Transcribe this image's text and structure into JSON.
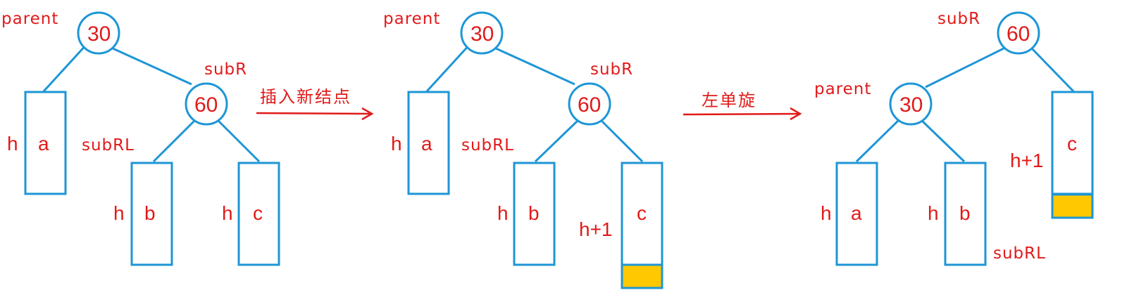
{
  "colors": {
    "line": "#1e96d6",
    "text": "#e11a1a",
    "inserted_block": "#ffc800"
  },
  "panels": [
    {
      "name": "before",
      "nodes": [
        {
          "id": "p",
          "value": "30",
          "label": "parent"
        },
        {
          "id": "r",
          "value": "60",
          "label": "subR"
        }
      ],
      "subtrees": [
        {
          "id": "a",
          "name": "a",
          "height": "h"
        },
        {
          "id": "b",
          "name": "b",
          "height": "h",
          "label": "subRL"
        },
        {
          "id": "c",
          "name": "c",
          "height": "h"
        }
      ]
    },
    {
      "name": "after-insert",
      "nodes": [
        {
          "id": "p",
          "value": "30",
          "label": "parent"
        },
        {
          "id": "r",
          "value": "60",
          "label": "subR"
        }
      ],
      "subtrees": [
        {
          "id": "a",
          "name": "a",
          "height": "h"
        },
        {
          "id": "b",
          "name": "b",
          "height": "h",
          "label": "subRL"
        },
        {
          "id": "c",
          "name": "c",
          "height": "h+1",
          "inserted": true
        }
      ]
    },
    {
      "name": "after-rotation",
      "nodes": [
        {
          "id": "r",
          "value": "60",
          "label": "subR"
        },
        {
          "id": "p",
          "value": "30",
          "label": "parent"
        }
      ],
      "subtrees": [
        {
          "id": "a",
          "name": "a",
          "height": "h"
        },
        {
          "id": "b",
          "name": "b",
          "height": "h",
          "label": "subRL"
        },
        {
          "id": "c",
          "name": "c",
          "height": "h+1",
          "inserted": true
        }
      ]
    }
  ],
  "operations": [
    {
      "label": "插入新结点"
    },
    {
      "label": "左单旋"
    }
  ]
}
